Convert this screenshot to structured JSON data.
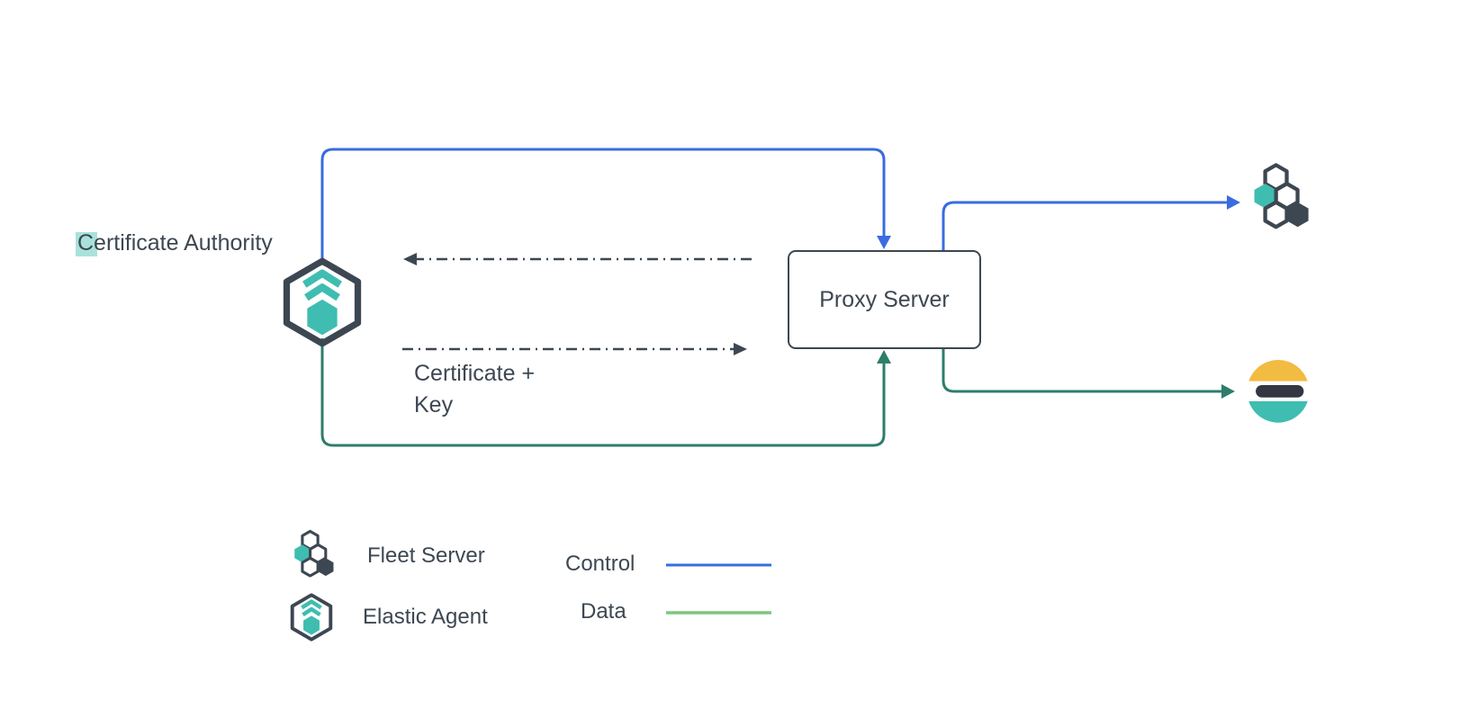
{
  "labels": {
    "certificate_authority": "Certificate Authority",
    "proxy_server": "Proxy Server",
    "certificate_key": "Certificate +\nKey"
  },
  "legend": {
    "items": [
      {
        "icon": "fleet-server-icon",
        "label": "Fleet Server"
      },
      {
        "icon": "elastic-agent-icon",
        "label": "Elastic Agent"
      }
    ],
    "lines": [
      {
        "label": "Control"
      },
      {
        "label": "Data"
      }
    ]
  },
  "icons": {
    "elastic_agent": "elastic-agent-icon (dark hexagon outline with teal chevrons and teal hexagon)",
    "fleet_server": "fleet-server-icon (honeycomb hexagon cluster, teal and dark)",
    "elasticsearch": "elasticsearch-logo-icon (yellow top arc, dark bar, teal bottom arc)"
  },
  "colors": {
    "control_blue": "#3a6ce0",
    "data_green": "#2e7d6b",
    "legend_data_green": "#7dc67e",
    "teal": "#3fbdb1",
    "slate": "#3d4752",
    "elastic_yellow": "#f2bc42",
    "elastic_dark": "#343741",
    "selection_highlight": "rgba(65,190,176,0.45)"
  }
}
